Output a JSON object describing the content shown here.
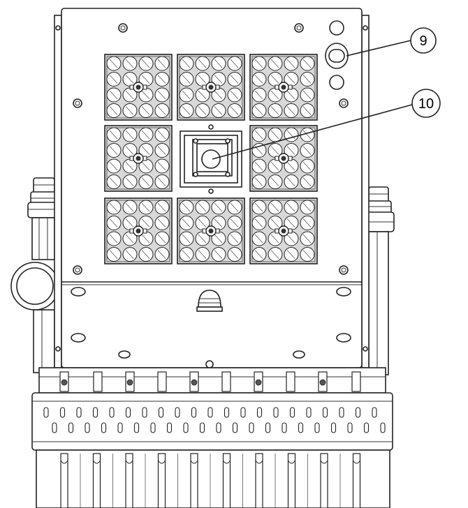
{
  "diagram": {
    "callouts": [
      {
        "id": "callout-9",
        "label": "9"
      },
      {
        "id": "callout-10",
        "label": "10"
      }
    ],
    "colors": {
      "line": "#222222",
      "panel": "#ffffff",
      "module": "#d8d8d8"
    }
  }
}
